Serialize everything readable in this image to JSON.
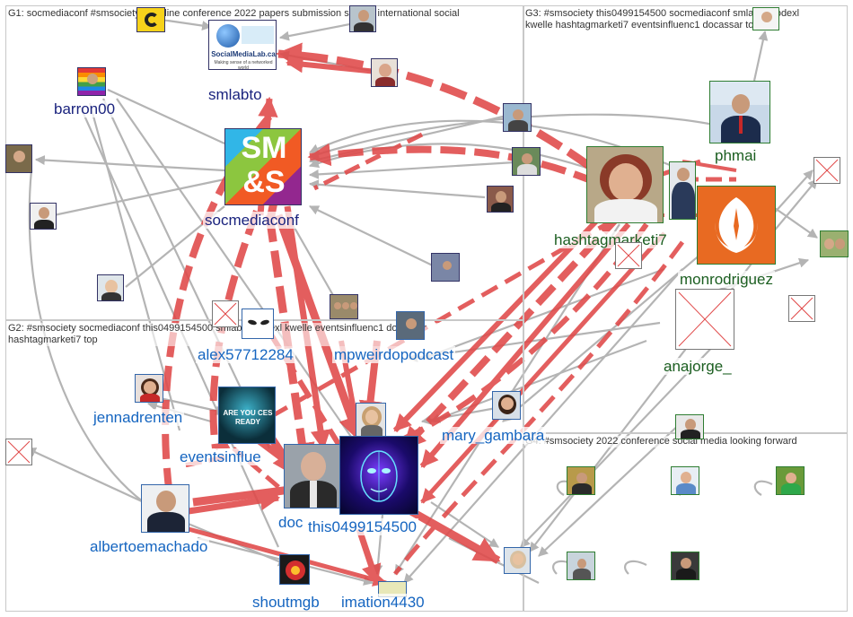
{
  "groups": {
    "g1": "G1: socmediaconf #smsociety deadline conference 2022 papers submission society international social",
    "g2": "G2: #smsociety socmediaconf this0499154500 smlabto nodexl kwelle eventsinfluenc1 docassar hashtagmarketi7 top",
    "g3": "G3: #smsociety this0499154500 socmediaconf smlabto nodexl kwelle hashtagmarketi7 eventsinfluenc1 docassar top",
    "g4": "G4: #smsociety 2022 conference social media looking forward"
  },
  "labels": {
    "smlabto": "smlabto",
    "barron00": "barron00",
    "socmediaconf": "socmediaconf",
    "phmai": "phmai",
    "hashtagmarketi7": "hashtagmarketi7",
    "monrodriguez": "monrodriguez",
    "anajorge": "anajorge_",
    "alex57712284": "alex57712284",
    "mpweirdopodcast": "mpweirdopodcast",
    "jennadrenten": "jennadrenten",
    "eventsinflue": "eventsinflue",
    "mary_gambara": "mary_gambara",
    "doc": "doc",
    "this0499154500": "this0499154500",
    "albertoemachado": "albertoemachado",
    "shoutmgb": "shoutmgb",
    "imation4430": "imation4430"
  },
  "logos": {
    "smlabto_text": "SocialMediaLab.ca",
    "smlabto_tagline": "Making sense of a networked world",
    "socmediaconf_line1": "SM",
    "socmediaconf_line2": "&S",
    "ces_text": "ARE YOU CES READY"
  },
  "colors": {
    "edge_red": "#e04848",
    "edge_grey": "#a0a0a0",
    "g1_label": "#1a237e",
    "g2_label": "#1565c0",
    "g3_label": "#1b5e20"
  }
}
